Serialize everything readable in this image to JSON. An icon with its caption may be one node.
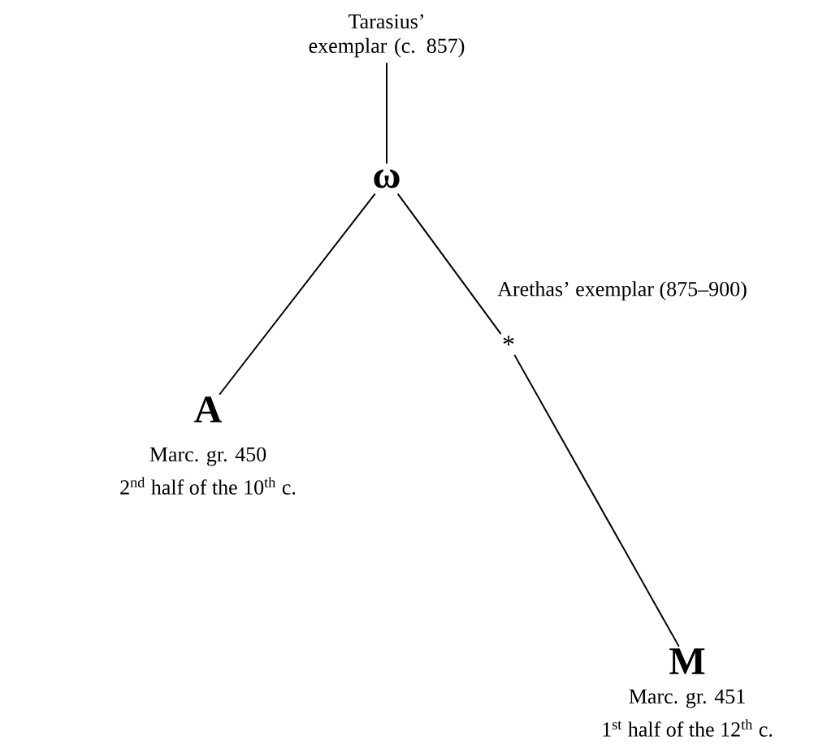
{
  "diagram": {
    "nodes": [
      {
        "text": [
          "Tarasius’ exemplar (c. 857)"
        ]
      },
      {
        "text": [
          "ω"
        ]
      },
      {
        "text": [
          "*"
        ],
        "beside": [
          "Arethas’ exemplar (875–900)"
        ]
      },
      {
        "text": [
          "A"
        ],
        "beside": [
          "Marc. gr. 450",
          "2$^{nd}$ half of the 10$^{th}$ c."
        ]
      },
      {
        "text": [
          "M"
        ],
        "beside": [
          "Marc. gr. 451",
          "1$^{st}$ half of the 12$^{th}$ c."
        ]
      }
    ],
    "edges": [
      {
        "from": 0,
        "to": 1,
        "arrow": "none"
      },
      {
        "from": 1,
        "to": 3,
        "arrow": "none"
      },
      {
        "from": 1,
        "to": 2,
        "arrow": "none"
      },
      {
        "from": 2,
        "to": 4,
        "arrow": "none"
      }
    ]
  }
}
